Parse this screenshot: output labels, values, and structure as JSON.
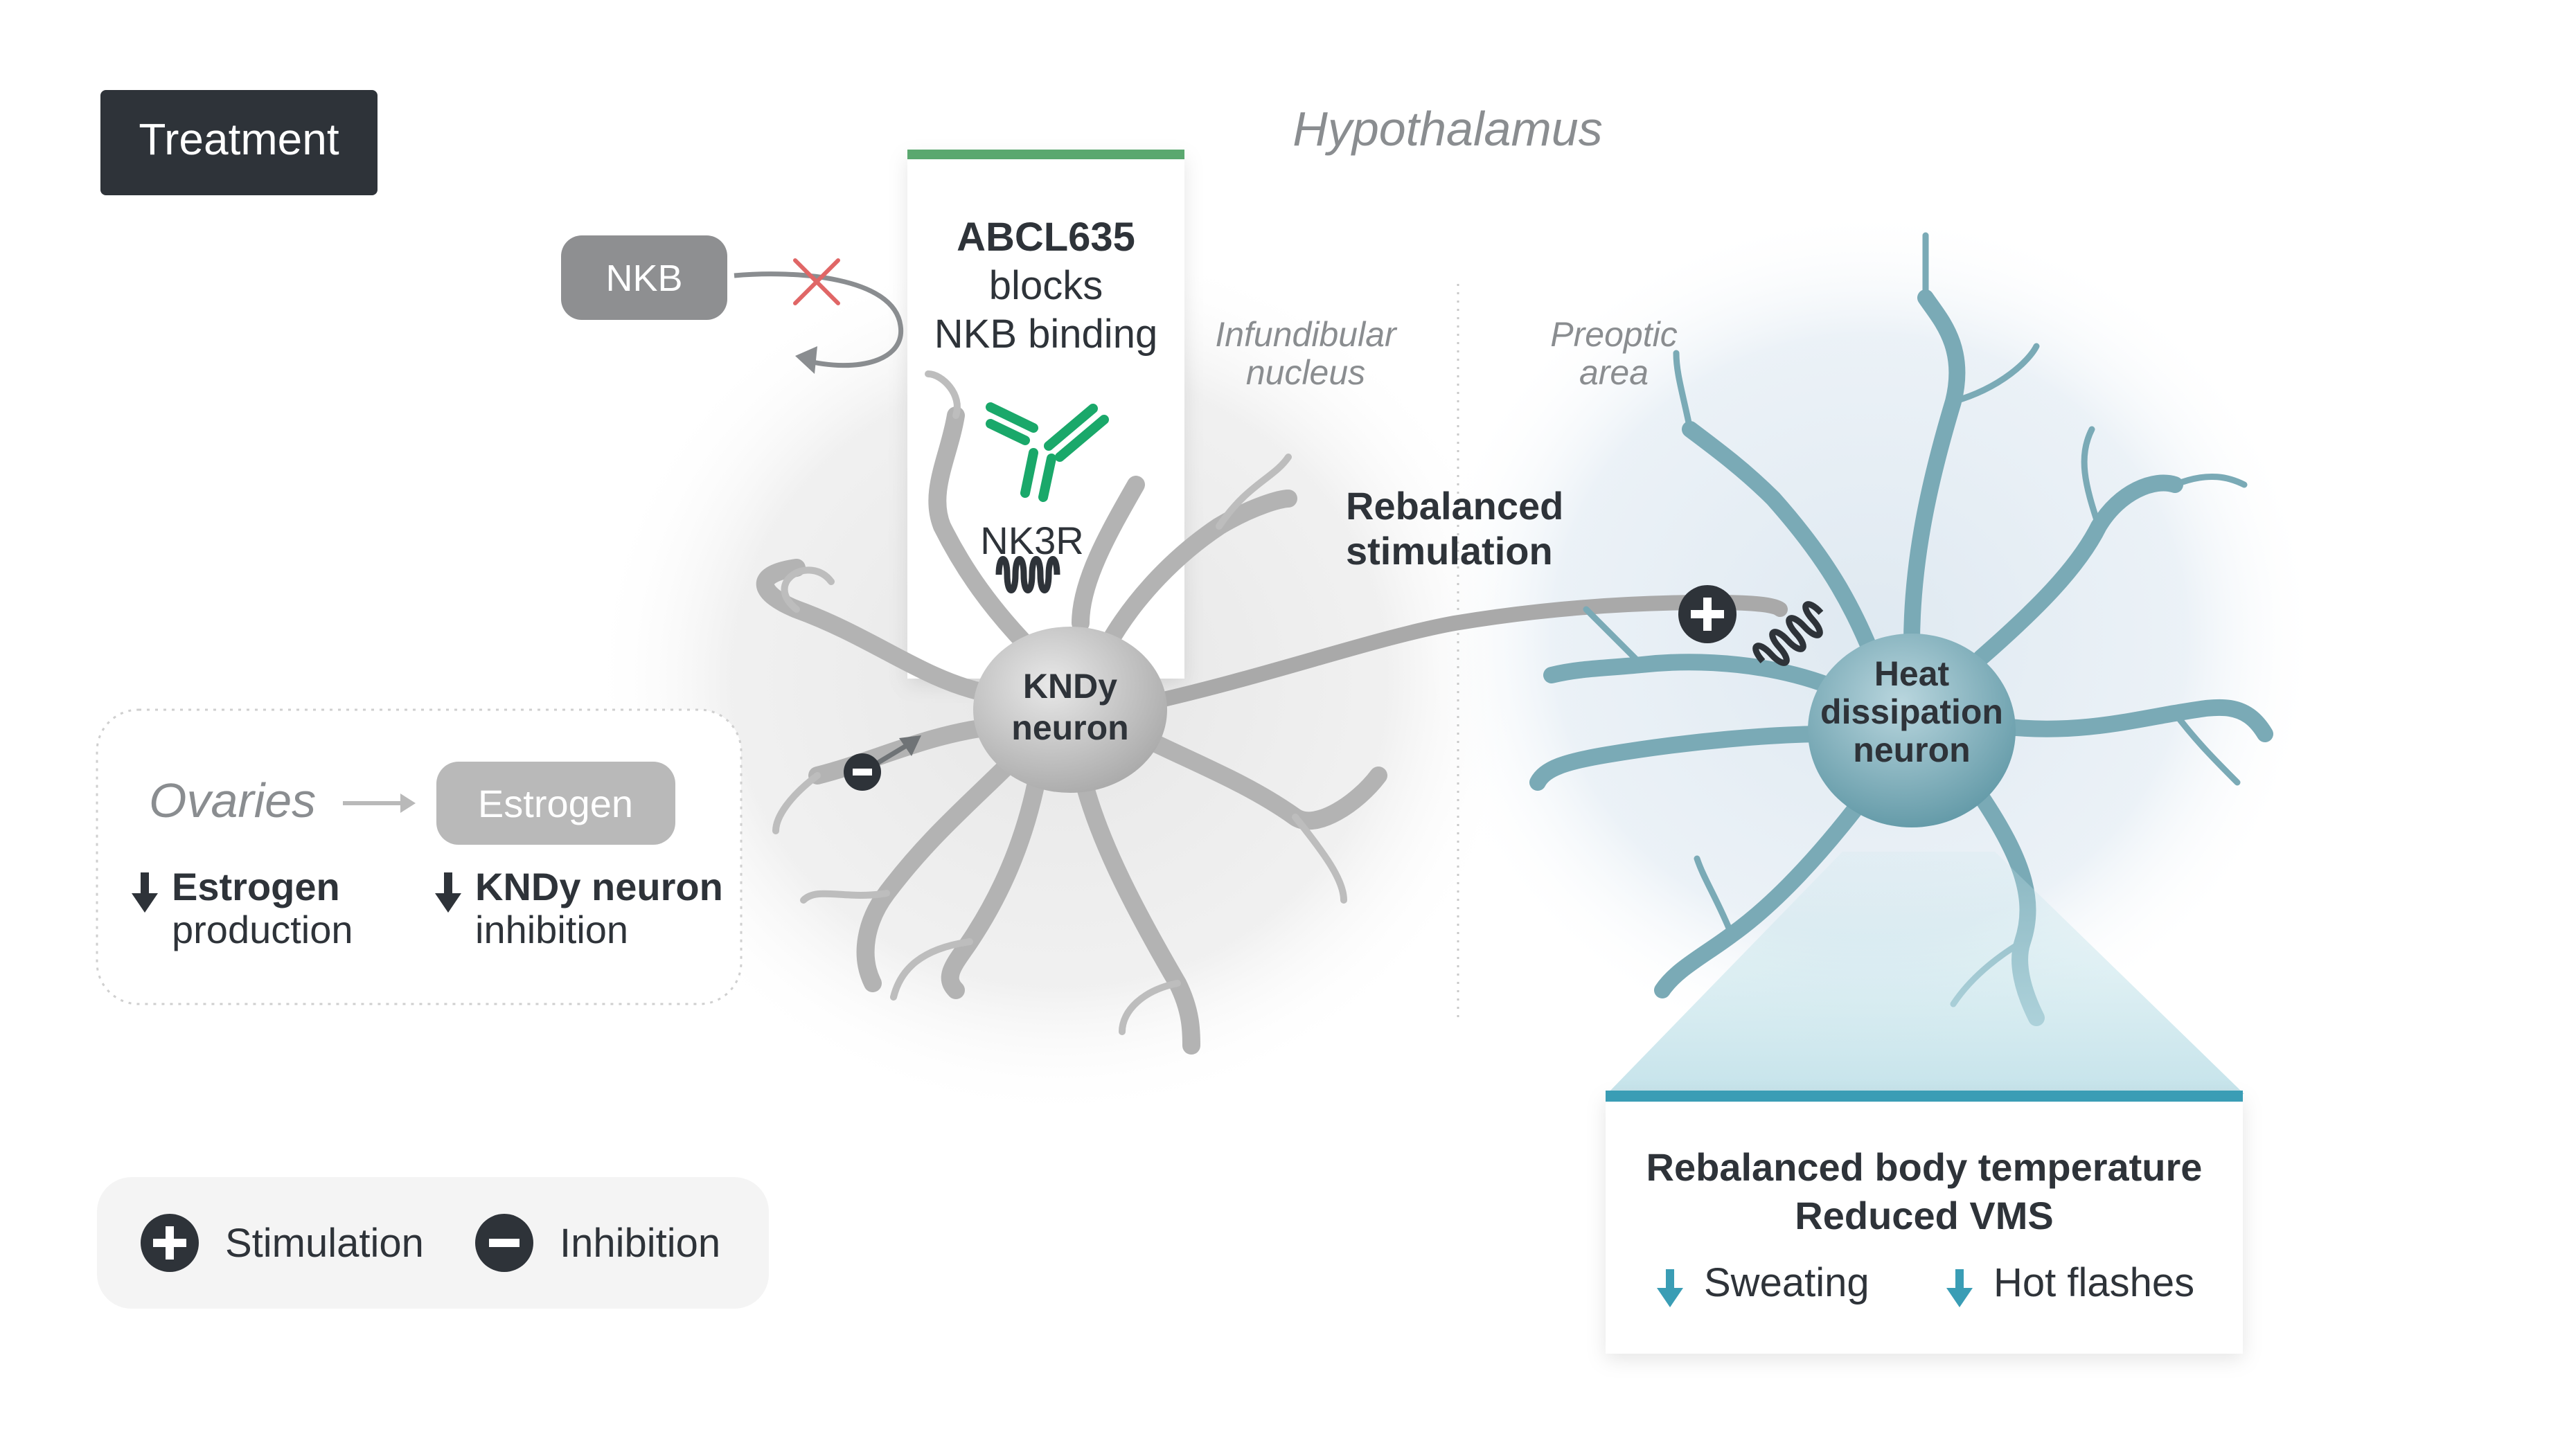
{
  "treatment_badge": "Treatment",
  "region_title": "Hypothalamus",
  "nkb_pill": "NKB",
  "antibody_box": {
    "line1": "ABCL635",
    "line2": "blocks",
    "line3": "NKB binding"
  },
  "receptor_label": "NK3R",
  "region_labels": {
    "infundibular_1": "Infundibular",
    "infundibular_2": "nucleus",
    "preoptic_1": "Preoptic",
    "preoptic_2": "area"
  },
  "kndy_neuron": {
    "line1": "KNDy",
    "line2": "neuron"
  },
  "heat_neuron": {
    "line1": "Heat",
    "line2": "dissipation",
    "line3": "neuron"
  },
  "rebalanced_stimulation": {
    "line1": "Rebalanced",
    "line2": "stimulation"
  },
  "ovaries_box": {
    "ovaries": "Ovaries",
    "estrogen_pill": "Estrogen",
    "effect1_bold": "Estrogen",
    "effect1_rest": "production",
    "effect2_bold": "KNDy neuron",
    "effect2_rest": "inhibition"
  },
  "legend": {
    "stimulation": "Stimulation",
    "inhibition": "Inhibition"
  },
  "outcome_box": {
    "title1": "Rebalanced body temperature",
    "title2": "Reduced VMS",
    "item1": "Sweating",
    "item2": "Hot flashes"
  },
  "colors": {
    "dark": "#2e3339",
    "green": "#5aa86f",
    "antibody_green": "#1aa86a",
    "teal": "#3a9db5",
    "neuron_grey": "#b9b9b9",
    "neuron_teal": "#7aaab6",
    "cross_red": "#e06666"
  }
}
